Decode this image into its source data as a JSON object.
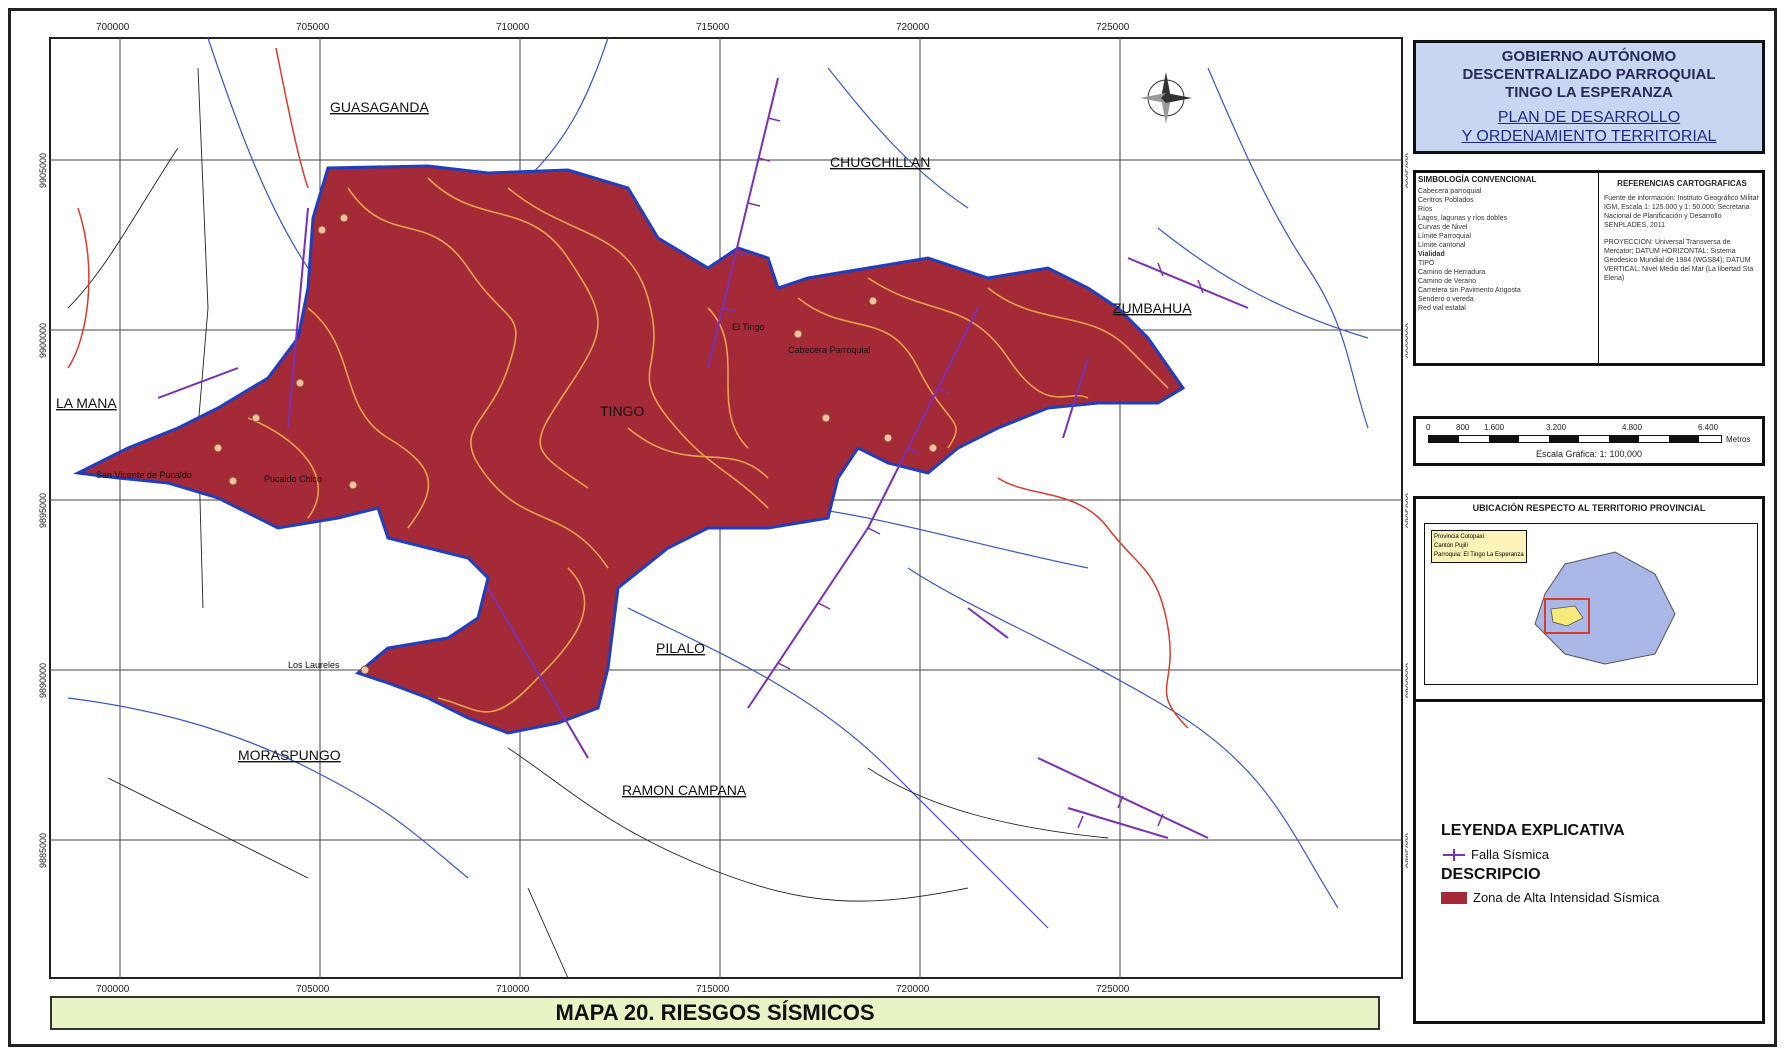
{
  "map": {
    "x_ticks": [
      "700000",
      "705000",
      "710000",
      "715000",
      "720000",
      "725000"
    ],
    "y_ticks": [
      "9905000",
      "9900000",
      "9895000",
      "9890000",
      "9885000"
    ],
    "places": [
      {
        "name": "GUASAGANDA"
      },
      {
        "name": "CHUGCHILLAN"
      },
      {
        "name": "ZUMBAHUA"
      },
      {
        "name": "LA MANA"
      },
      {
        "name": "TINGO"
      },
      {
        "name": "PILALO"
      },
      {
        "name": "MORASPUNGO"
      },
      {
        "name": "RAMON CAMPANA"
      },
      {
        "name": "San Vicente de Pucaldo"
      },
      {
        "name": "Pucaldo Chico"
      },
      {
        "name": "El Tingo"
      },
      {
        "name": "Cabecera Parroquial"
      },
      {
        "name": "Los Laureles"
      }
    ]
  },
  "header": {
    "line1": "GOBIERNO AUTÓNOMO",
    "line2": "DESCENTRALIZADO PARROQUIAL",
    "line3": "TINGO LA ESPERANZA",
    "plan1": "PLAN DE DESARROLLO",
    "plan2": "Y ORDENAMIENTO TERRITORIAL"
  },
  "symbology": {
    "title": "SIMBOLOGÍA CONVENCIONAL",
    "items": [
      "Cabecera parroquial",
      "Centros Poblados",
      "Ríos",
      "Lagos, lagunas y ríos dobles",
      "Curvas de Nivel",
      "Límite Parroquial",
      "Límite cantonal"
    ],
    "vialidad": "Vialidad",
    "tipo": "TIPO",
    "road_items": [
      "Camino de Herradura",
      "Camino de Verano",
      "Carretera sin Pavimento Angosta",
      "Sendero o vereda",
      "Red vial estatal"
    ]
  },
  "references": {
    "title": "REFERENCIAS CARTOGRAFICAS",
    "source": "Fuente de información: Instituto Geográfico Militar IGM, Escala 1: 125.000 y 1: 50.000; Secretaria Nacional de Planificación y Desarrollo SENPLADES, 2011",
    "projection": "PROYECCION: Universal Transversa de Mercator; DATUM HORIZONTAL: Sistema Geodesico Mundial de 1984 (WGS84); DATUM VERTICAL: Nivel Medio del Mar (La libertad Sta Elena)"
  },
  "scale": {
    "ticks": [
      "0",
      "800",
      "1.600",
      "3.200",
      "4.800",
      "6.400"
    ],
    "unit": "Metros",
    "label": "Escala Gráfica: 1: 100.000"
  },
  "location": {
    "title": "UBICACIÓN RESPECTO AL TERRITORIO PROVINCIAL",
    "legend": [
      "Provincia Cotopaxi",
      "Cantón Pujilí",
      "Parroquia: El Tingo La Esperanza"
    ]
  },
  "legend": {
    "title": "LEYENDA EXPLICATIVA",
    "fault": "Falla Sísmica",
    "desc_title": "DESCRIPCIO",
    "zone": "Zona de  Alta Intensidad Sísmica"
  },
  "caption": "MAPA 20. RIESGOS SÍSMICOS",
  "colors": {
    "zone": "#a32a36",
    "fault": "#7a2fb5",
    "river": "#3a56c9",
    "contour": "#e8a24a",
    "road": "#d63c2e"
  }
}
